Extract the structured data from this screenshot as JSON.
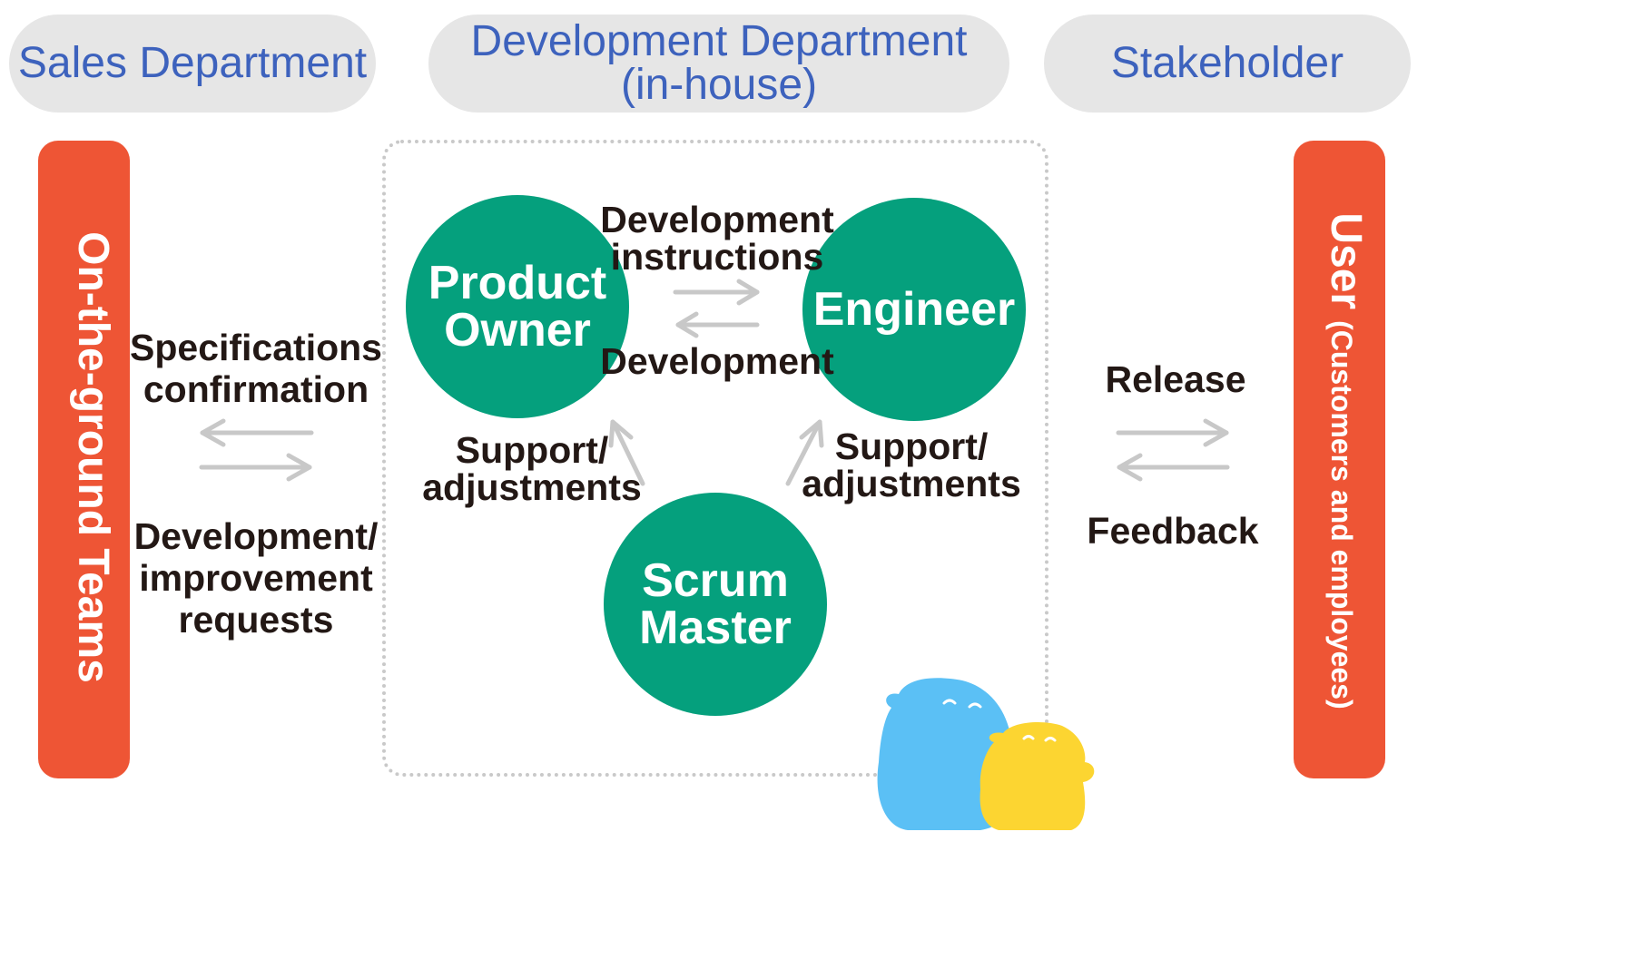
{
  "headers": {
    "sales": "Sales Department",
    "development_line1": "Development Department",
    "development_line2": "(in-house)",
    "stakeholder": "Stakeholder"
  },
  "left_bar": {
    "label": "On-the-ground Teams"
  },
  "right_bar": {
    "label_main": "User",
    "label_sub": "(Customers and employees)"
  },
  "left_flow": {
    "top_line1": "Specifications",
    "top_line2": "confirmation",
    "bottom_line1": "Development/",
    "bottom_line2": "improvement",
    "bottom_line3": "requests"
  },
  "right_flow": {
    "top": "Release",
    "bottom": "Feedback"
  },
  "roles": {
    "product_owner_line1": "Product",
    "product_owner_line2": "Owner",
    "engineer": "Engineer",
    "scrum_master_line1": "Scrum",
    "scrum_master_line2": "Master"
  },
  "flows": {
    "po_to_eng_line1": "Development",
    "po_to_eng_line2": "instructions",
    "eng_to_po": "Development",
    "support_left_line1": "Support/",
    "support_left_line2": "adjustments",
    "support_right_line1": "Support/",
    "support_right_line2": "adjustments"
  },
  "colors": {
    "header_bg": "#e6e6e6",
    "header_text": "#3d62bd",
    "bar_red": "#ee5535",
    "role_green": "#05a07d",
    "arrow_gray": "#c8c8c8",
    "mascot_blue": "#5bc0f5",
    "mascot_yellow": "#fcd531"
  }
}
